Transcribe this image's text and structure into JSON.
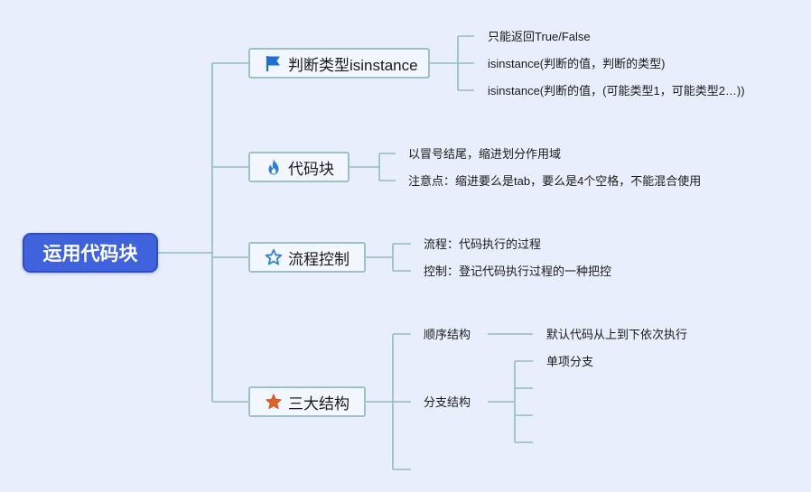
{
  "root": {
    "label": "运用代码块"
  },
  "branches": [
    {
      "label": "判断类型isinstance",
      "icon": "flag-icon",
      "color": "#1f6fd1",
      "children": [
        "只能返回True/False",
        "isinstance(判断的值，判断的类型)",
        "isinstance(判断的值，(可能类型1，可能类型2…))"
      ]
    },
    {
      "label": "代码块",
      "icon": "fire-icon",
      "color": "#2e7fd6",
      "children": [
        "以冒号结尾，缩进划分作用域",
        "注意点：缩进要么是tab，要么是4个空格，不能混合使用"
      ]
    },
    {
      "label": "流程控制",
      "icon": "star-outline-icon",
      "color": "#2e7fd6",
      "children": [
        "流程：代码执行的过程",
        "控制：登记代码执行过程的一种把控"
      ]
    },
    {
      "label": "三大结构",
      "icon": "star-filled-icon",
      "color": "#e0642a",
      "children": [
        {
          "label": "顺序结构",
          "children": [
            "默认代码从上到下依次执行"
          ]
        },
        {
          "label": "分支结构",
          "children": [
            "单项分支",
            "",
            "",
            ""
          ]
        },
        {
          "label": "",
          "children": []
        }
      ]
    }
  ],
  "colors": {
    "background": "#e8eefb",
    "root": "#4062dc",
    "connector": "#8fbcc2",
    "branch_border": "#9cc2c8"
  }
}
